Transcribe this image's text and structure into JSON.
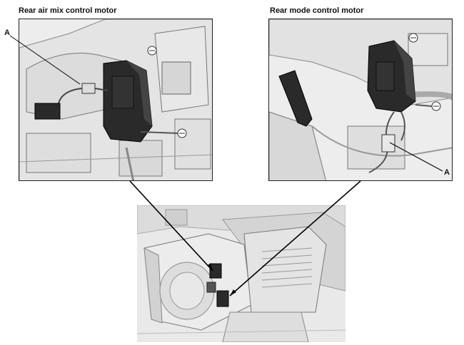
{
  "figure": {
    "left_caption": "Rear air mix control motor",
    "right_caption": "Rear mode control motor",
    "left_callout": "A",
    "right_callout": "A"
  }
}
